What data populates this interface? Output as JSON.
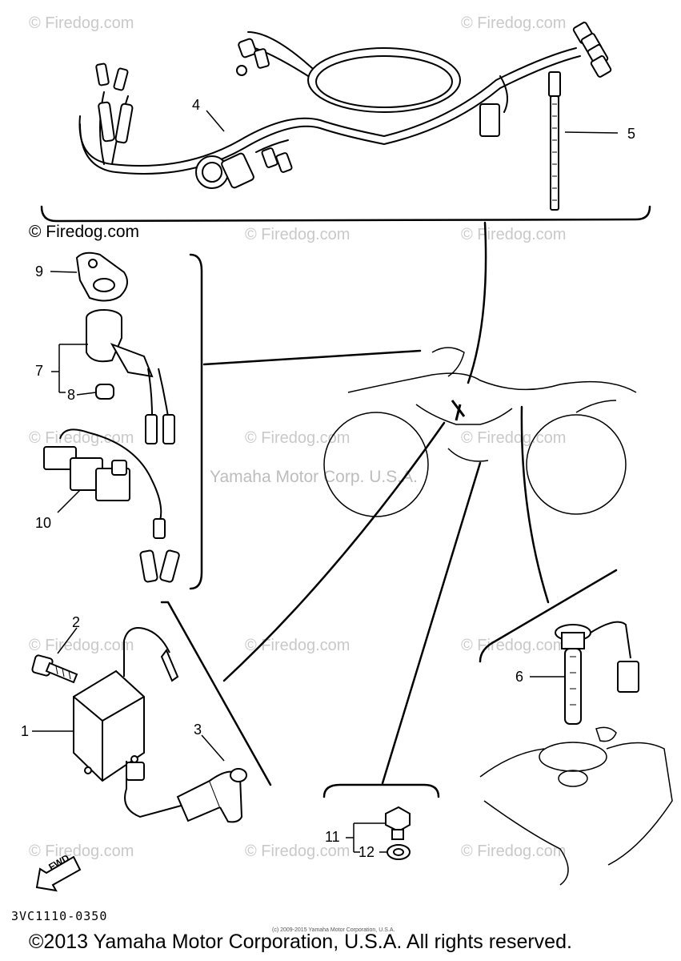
{
  "watermark": {
    "brand": "© Firedog.com",
    "site": "Firedog.com",
    "company": "Yamaha Motor Corp. U.S.A."
  },
  "callouts": {
    "p1": "1",
    "p2": "2",
    "p3": "3",
    "p4": "4",
    "p5": "5",
    "p6": "6",
    "p7": "7",
    "p8": "8",
    "p9": "9",
    "p10": "10",
    "p11": "11",
    "p12": "12"
  },
  "fwd_label": "FWD",
  "part_code": "3VC1110-0350",
  "small_copyright": "(c) 2009-2015 Yamaha Motor Corporation, U.S.A.",
  "copyright": "©2013 Yamaha Motor Corporation, U.S.A. All rights reserved."
}
